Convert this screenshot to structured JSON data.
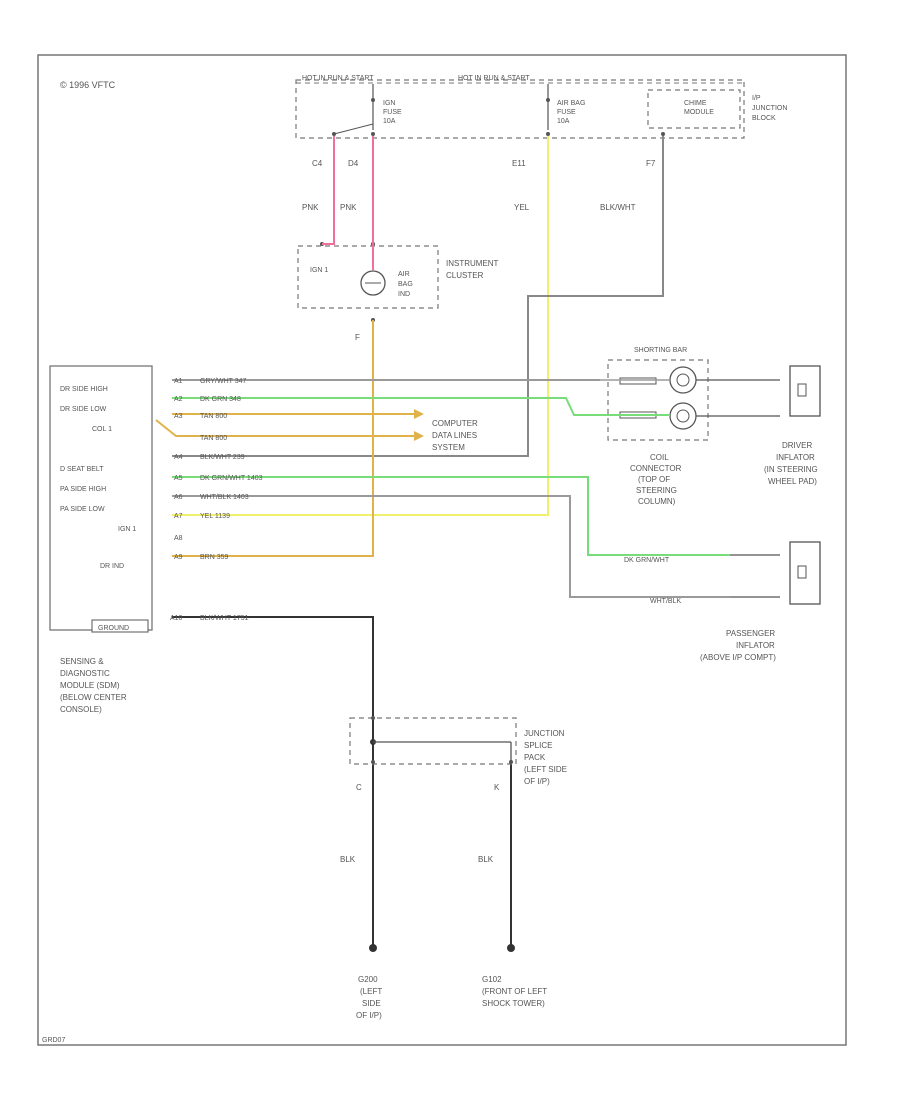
{
  "copyright": "© 1996 VFTC",
  "footer_code": "GRD07",
  "fuse_block": {
    "bus_left": "HOT IN RUN & START",
    "bus_right": "HOT IN RUN & START",
    "fuse_ign": [
      "IGN",
      "FUSE",
      "10A"
    ],
    "fuse_airbag": [
      "AIR BAG",
      "FUSE",
      "10A"
    ],
    "chime": [
      "CHIME",
      "MODULE"
    ],
    "block_label": [
      "I/P",
      "JUNCTION",
      "BLOCK"
    ],
    "pins": {
      "left_a": "C4",
      "left_b": "D4",
      "mid": "E11",
      "right": "F7"
    }
  },
  "wire_colors": {
    "pnk_a": "PNK",
    "pnk_b": "PNK",
    "yel": "YEL",
    "blkwht": "BLK/WHT",
    "blk_left": "BLK",
    "blk_right": "BLK"
  },
  "cluster": {
    "label": [
      "INSTRUMENT",
      "CLUSTER"
    ],
    "ign": "IGN 1",
    "ind": [
      "AIR",
      "BAG",
      "IND"
    ],
    "pin_bottom": "F"
  },
  "sdm": {
    "pins": [
      "DR SIDE HIGH",
      "DR SIDE LOW",
      "COL 1",
      "D SEAT BELT",
      "PA SIDE HIGH",
      "PA SIDE LOW",
      "IGN 1",
      "DR IND",
      "GROUND"
    ],
    "label": [
      "SENSING &",
      "DIAGNOSTIC",
      "MODULE (SDM)",
      "(BELOW CENTER",
      "CONSOLE)"
    ],
    "terminals": [
      "A1",
      "A2",
      "A3",
      "A4",
      "A5",
      "A6",
      "A7",
      "A8",
      "A9",
      "A10"
    ],
    "circuits": [
      "GRY/WHT 347",
      "DK GRN 348",
      "TAN 800",
      "TAN 800",
      "BLK/WHT 239",
      "DK GRN/WHT 1403",
      "WHT/BLK 1403",
      "YEL 1139",
      "BRN 359",
      "BLK/WHT 1751"
    ]
  },
  "data_lines": [
    "COMPUTER",
    "DATA LINES",
    "SYSTEM"
  ],
  "shorting_bar": "SHORTING BAR",
  "coil": [
    "COIL",
    "CONNECTOR",
    "(TOP OF",
    "STEERING",
    "COLUMN)"
  ],
  "driver_inflator": [
    "DRIVER",
    "INFLATOR",
    "(IN STEERING",
    "WHEEL PAD)"
  ],
  "passenger": {
    "circuit_a": "DK GRN/WHT",
    "circuit_b": "WHT/BLK",
    "label": [
      "PASSENGER",
      "INFLATOR",
      "(ABOVE I/P COMPT)"
    ]
  },
  "splice": {
    "label": [
      "JUNCTION",
      "SPLICE",
      "PACK",
      "(LEFT SIDE",
      "OF I/P)"
    ],
    "pin_left": "C",
    "pin_right": "K"
  },
  "grounds": {
    "left": [
      "G200",
      "(LEFT",
      "SIDE",
      "OF I/P)"
    ],
    "right": [
      "G102",
      "(FRONT OF LEFT",
      "SHOCK TOWER)"
    ]
  },
  "colors": {
    "pink": "#f06e9a",
    "yellow": "#f2ef6a",
    "green": "#78dc78",
    "orange": "#e0b24a",
    "gray": "#9a9a9a",
    "dark": "#333333"
  }
}
